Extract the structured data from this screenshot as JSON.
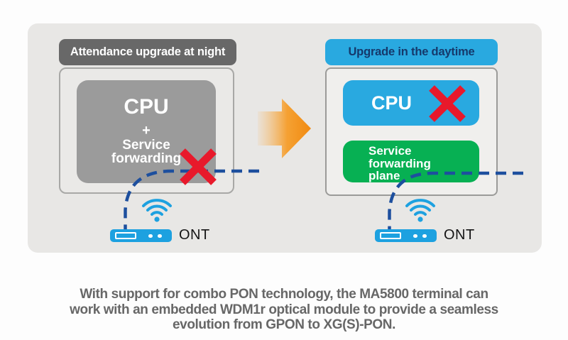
{
  "colors": {
    "accent-blue": "#29a9e0",
    "header-gray": "#686868",
    "box-gray": "#9b9b9b",
    "green": "#07b053",
    "red": "#e8192b",
    "link-navy": "#1d4f9e",
    "orange": "#f18a10",
    "caption-gray": "#676767",
    "day-title-navy": "#15396b",
    "canvas-gray": "#e8e7e5",
    "device-blue": "#1da1e0"
  },
  "icons": {
    "cross": "red X (blocked / removed)",
    "transition-arrow": "orange right-pointing arrow with faded tail",
    "wifi": "three blue arcs with dot",
    "ont-router": "blue router bar with port outline and two dots",
    "dashed-link": "navy dashed fiber link line"
  },
  "panels": {
    "night": {
      "title": "Attendance upgrade at night",
      "cpu_label": "CPU",
      "plus": "+",
      "service_lines": [
        "Service",
        "forwarding"
      ],
      "ont_label": "ONT"
    },
    "day": {
      "title": "Upgrade in the daytime",
      "cpu_label": "CPU",
      "service_lines": [
        "Service",
        "forwarding",
        "plane"
      ],
      "ont_label": "ONT"
    }
  },
  "caption": {
    "lines": [
      "With support for combo PON technology, the MA5800 terminal can",
      "work with an embedded WDM1r optical module to provide a seamless",
      "evolution from GPON to XG(S)-PON."
    ]
  }
}
